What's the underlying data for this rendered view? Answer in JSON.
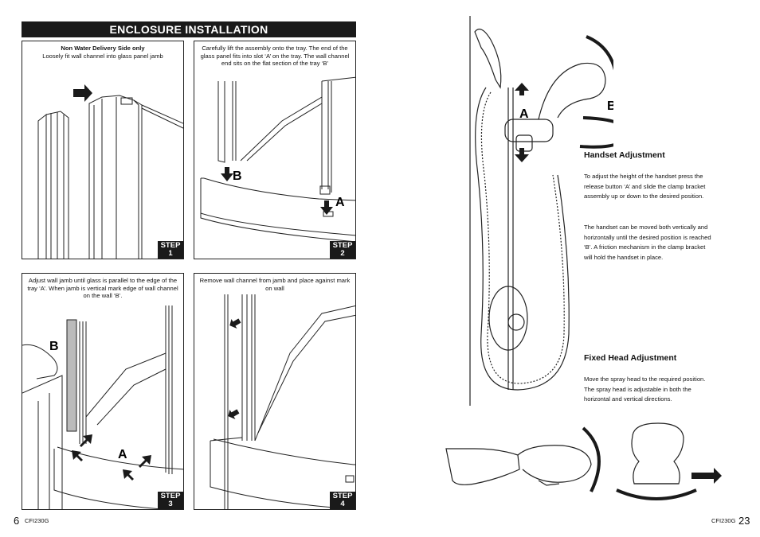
{
  "left_page": {
    "section_title": "ENCLOSURE INSTALLATION",
    "panels": [
      {
        "caption_bold": "Non Water Delivery Side only",
        "caption": "Loosely fit wall channel into glass panel jamb",
        "step_word": "STEP",
        "step_num": "1"
      },
      {
        "caption_bold": "",
        "caption": "Carefully lift the assembly onto the tray. The end of the glass panel fits into slot ‘A’ on the tray. The wall channel end sits on the flat section of the tray ‘B’",
        "step_word": "STEP",
        "step_num": "2",
        "labels": [
          "B",
          "A"
        ]
      },
      {
        "caption_bold": "",
        "caption": "Adjust wall jamb until glass is parallel to the edge of the tray ‘A’. When jamb is vertical mark edge of wall channel on the wall ‘B’.",
        "step_word": "STEP",
        "step_num": "3",
        "labels": [
          "B",
          "A"
        ]
      },
      {
        "caption_bold": "",
        "caption": "Remove wall channel from jamb and place against mark on wall",
        "step_word": "STEP",
        "step_num": "4"
      }
    ],
    "page_number": "6",
    "code": "CFI230G"
  },
  "right_page": {
    "illustration_labels": [
      "A",
      "B"
    ],
    "handset": {
      "heading": "Handset Adjustment",
      "paragraphs": [
        "To adjust the height of the handset press the release button ‘A’ and slide the clamp bracket assembly up or down to the desired position.",
        "The handset can be moved both vertically and horizontally until the desired position is reached ‘B’. A friction mechanism in the clamp bracket will hold the handset in place."
      ]
    },
    "fixed_head": {
      "heading": "Fixed Head Adjustment",
      "paragraph": "Move the spray head to the required position. The spray head is adjustable in both the horizontal and vertical directions."
    },
    "page_number": "23",
    "code": "CFI230G"
  }
}
